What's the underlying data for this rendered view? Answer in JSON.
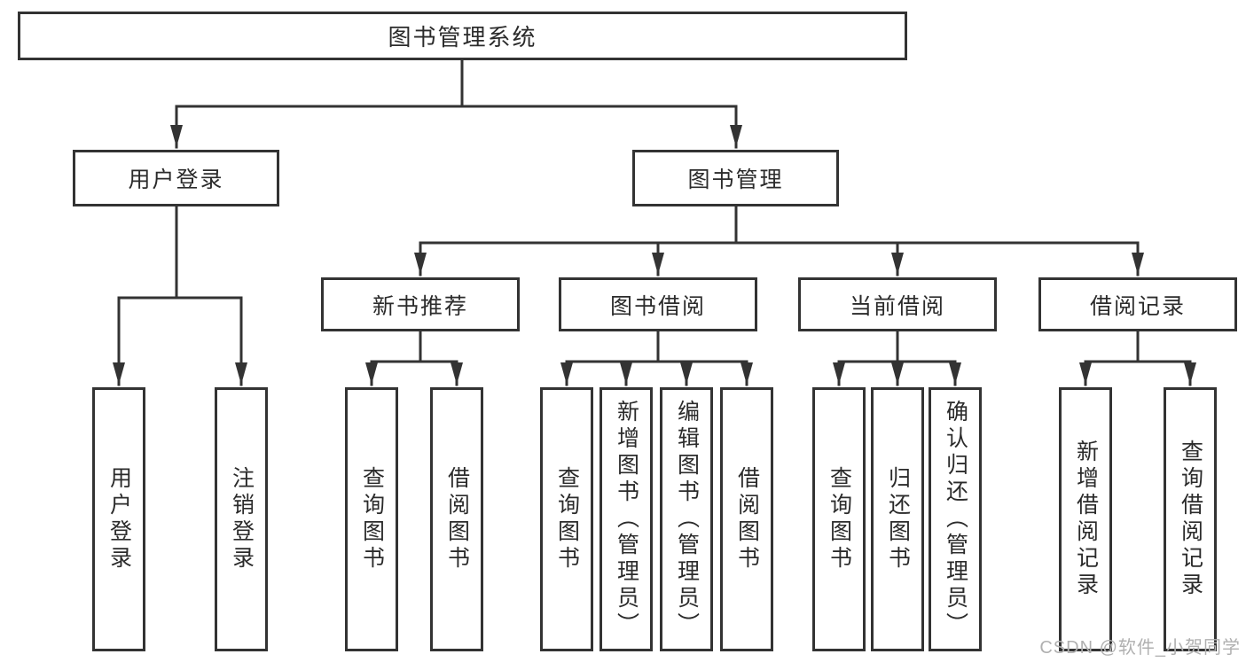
{
  "diagram": {
    "root": "图书管理系统",
    "level2": [
      "用户登录",
      "图书管理"
    ],
    "level3": [
      "新书推荐",
      "图书借阅",
      "当前借阅",
      "借阅记录"
    ],
    "leaves": {
      "user_login": [
        "用户登录",
        "注销登录"
      ],
      "new_books": [
        "查询图书",
        "借阅图书"
      ],
      "book_borrow": [
        "查询图书",
        "新增图书（管理员）",
        "编辑图书（管理员）",
        "借阅图书"
      ],
      "current_borrow": [
        "查询图书",
        "归还图书",
        "确认归还（管理员）"
      ],
      "borrow_records": [
        "新增借阅记录",
        "查询借阅记录"
      ]
    }
  },
  "watermark": "CSDN @软件_小贺同学",
  "colors": {
    "line": "#333333",
    "text": "#2b2b2b",
    "watermark": "#b0b0b0",
    "background": "#ffffff"
  }
}
